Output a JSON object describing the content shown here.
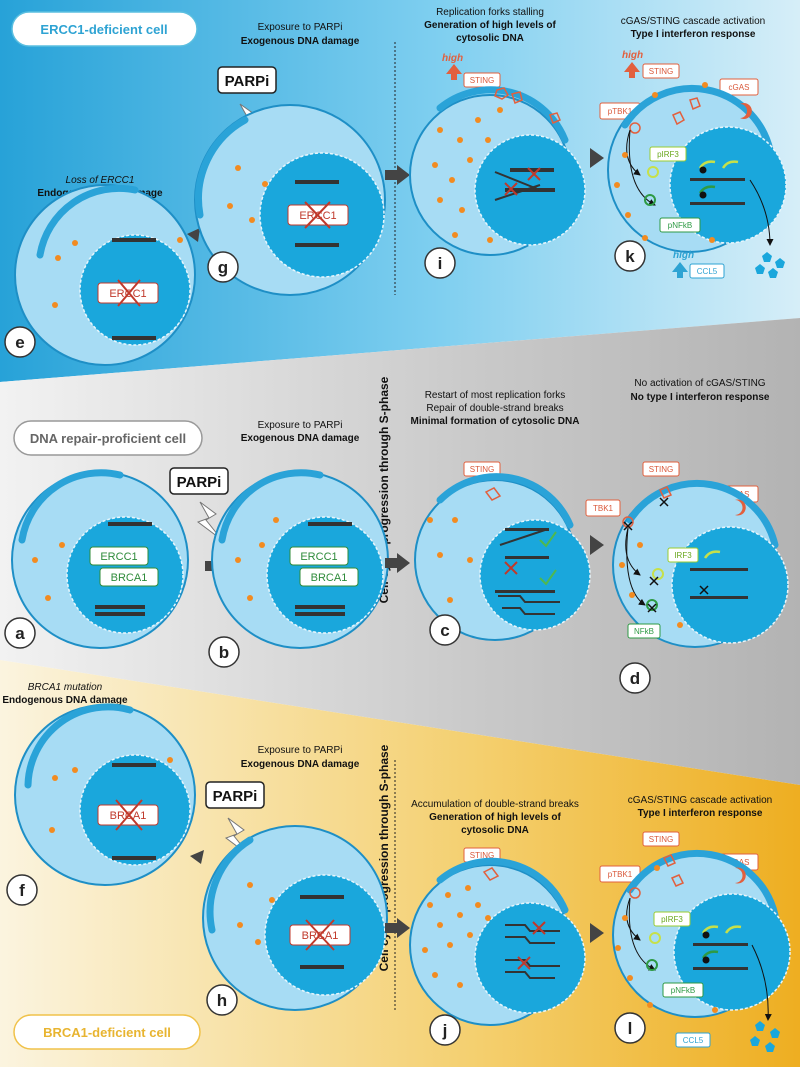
{
  "panels": {
    "ercc1": {
      "header": "ERCC1-deficient cell",
      "e": {
        "letter": "e",
        "line1": "Loss of ERCC1",
        "line2": "Endogenous DNA damage",
        "gene": "ERCC1"
      },
      "g": {
        "letter": "g",
        "line1": "Exposure to PARPi",
        "line2": "Exogenous DNA damage",
        "drug": "PARPi",
        "gene": "ERCC1"
      },
      "i": {
        "letter": "i",
        "line1": "Replication forks stalling",
        "line2": "Generation of high levels of",
        "line3": "cytosolic DNA",
        "high": "high",
        "sting": "STING"
      },
      "k": {
        "letter": "k",
        "line1": "cGAS/STING cascade activation",
        "line2": "Type I interferon response",
        "high1": "high",
        "sting": "STING",
        "cgas": "cGAS",
        "ptbk1": "pTBK1",
        "pirf3": "pIRF3",
        "pnfkb": "pNFkB",
        "high2": "high",
        "ccl5": "CCL5"
      }
    },
    "repair": {
      "header": "DNA repair-proficient cell",
      "a": {
        "letter": "a",
        "gene1": "ERCC1",
        "gene2": "BRCA1",
        "drug": "PARPi"
      },
      "b": {
        "letter": "b",
        "line1": "Exposure to PARPi",
        "line2": "Exogenous DNA damage",
        "gene1": "ERCC1",
        "gene2": "BRCA1"
      },
      "c": {
        "letter": "c",
        "line1": "Restart of most replication forks",
        "line2": "Repair of double-strand breaks",
        "line3": "Minimal formation of cytosolic DNA",
        "sting": "STING"
      },
      "d": {
        "letter": "d",
        "line1": "No activation of cGAS/STING",
        "line2": "No type I interferon response",
        "sting": "STING",
        "cgas": "cGAS",
        "tbk1": "TBK1",
        "irf3": "IRF3",
        "nfkb": "NFkB"
      }
    },
    "brca1": {
      "header": "BRCA1-deficient cell",
      "f": {
        "letter": "f",
        "line1": "BRCA1 mutation",
        "line2": "Endogenous DNA damage",
        "gene": "BRCA1"
      },
      "h": {
        "letter": "h",
        "line1": "Exposure to PARPi",
        "line2": "Exogenous DNA damage",
        "drug": "PARPi",
        "gene": "BRCA1"
      },
      "j": {
        "letter": "j",
        "line1": "Accumulation of double-strand breaks",
        "line2": "Generation of high levels of",
        "line3": "cytosolic DNA",
        "sting": "STING"
      },
      "l": {
        "letter": "l",
        "line1": "cGAS/STING cascade activation",
        "line2": "Type I interferon response",
        "sting": "STING",
        "cgas": "cGAS",
        "ptbk1": "pTBK1",
        "pirf3": "pIRF3",
        "pnfkb": "pNFkB",
        "ccl5": "CCL5"
      }
    }
  },
  "vertical_axis_label": "Cell cycle progression through S-phase",
  "colors": {
    "blue_header": "#5bbfe0",
    "gold_header": "#f0c24a",
    "cell_outer": "#9fdaf5",
    "nucleus": "#1aa7dc",
    "sting_red": "#e2603e",
    "granule": "#f28b20"
  }
}
